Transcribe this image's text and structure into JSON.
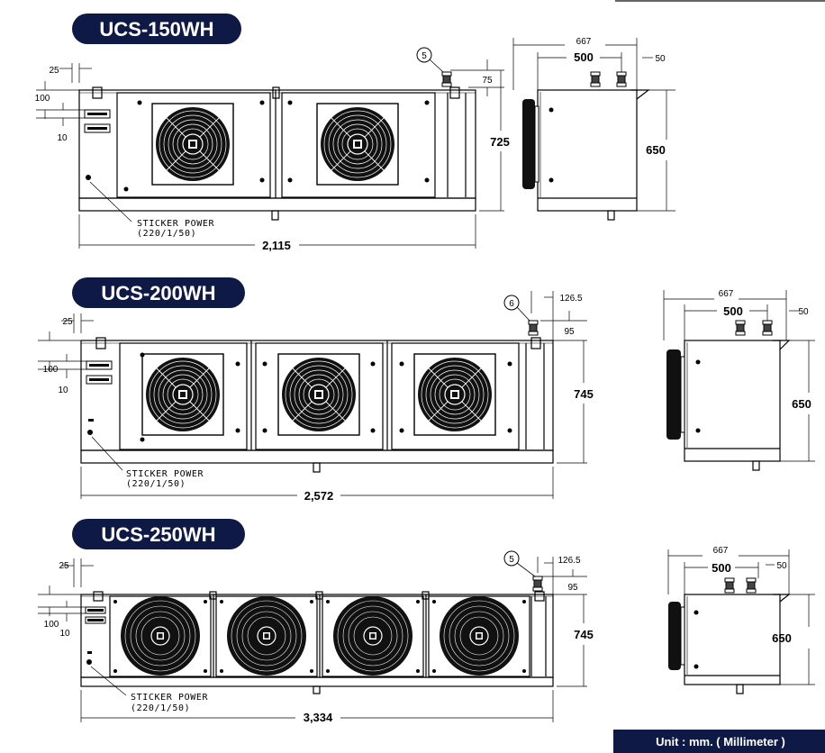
{
  "models": [
    {
      "title": "UCS-150WH",
      "callout": "5",
      "sticker_line1": "STICKER POWER",
      "sticker_line2": "(220/1/50)",
      "dims": {
        "left_25": "25",
        "left_100": "100",
        "left_10": "10",
        "top_right": "75",
        "height": "725",
        "width": "2,115",
        "side_width": "667",
        "side_inner": "500",
        "side_offset": "50",
        "side_height": "650"
      }
    },
    {
      "title": "UCS-200WH",
      "callout": "6",
      "sticker_line1": "STICKER POWER",
      "sticker_line2": "(220/1/50)",
      "dims": {
        "left_25": "25",
        "left_100": "100",
        "left_10": "10",
        "top_offset": "126.5",
        "top_right": "95",
        "height": "745",
        "width": "2,572",
        "side_width": "667",
        "side_inner": "500",
        "side_offset": "50",
        "side_height": "650"
      }
    },
    {
      "title": "UCS-250WH",
      "callout": "5",
      "sticker_line1": "STICKER POWER",
      "sticker_line2": "(220/1/50)",
      "dims": {
        "left_25": "25",
        "left_100": "100",
        "left_10": "10",
        "top_offset": "126.5",
        "top_right": "95",
        "height": "745",
        "width": "3,334",
        "side_width": "667",
        "side_inner": "500",
        "side_offset": "50",
        "side_height": "650"
      }
    }
  ],
  "unit_label": "Unit : mm. ( Millimeter )",
  "colors": {
    "title_pill": "#0e1a45",
    "unit_bar": "#0e1a45",
    "line": "#000000"
  }
}
